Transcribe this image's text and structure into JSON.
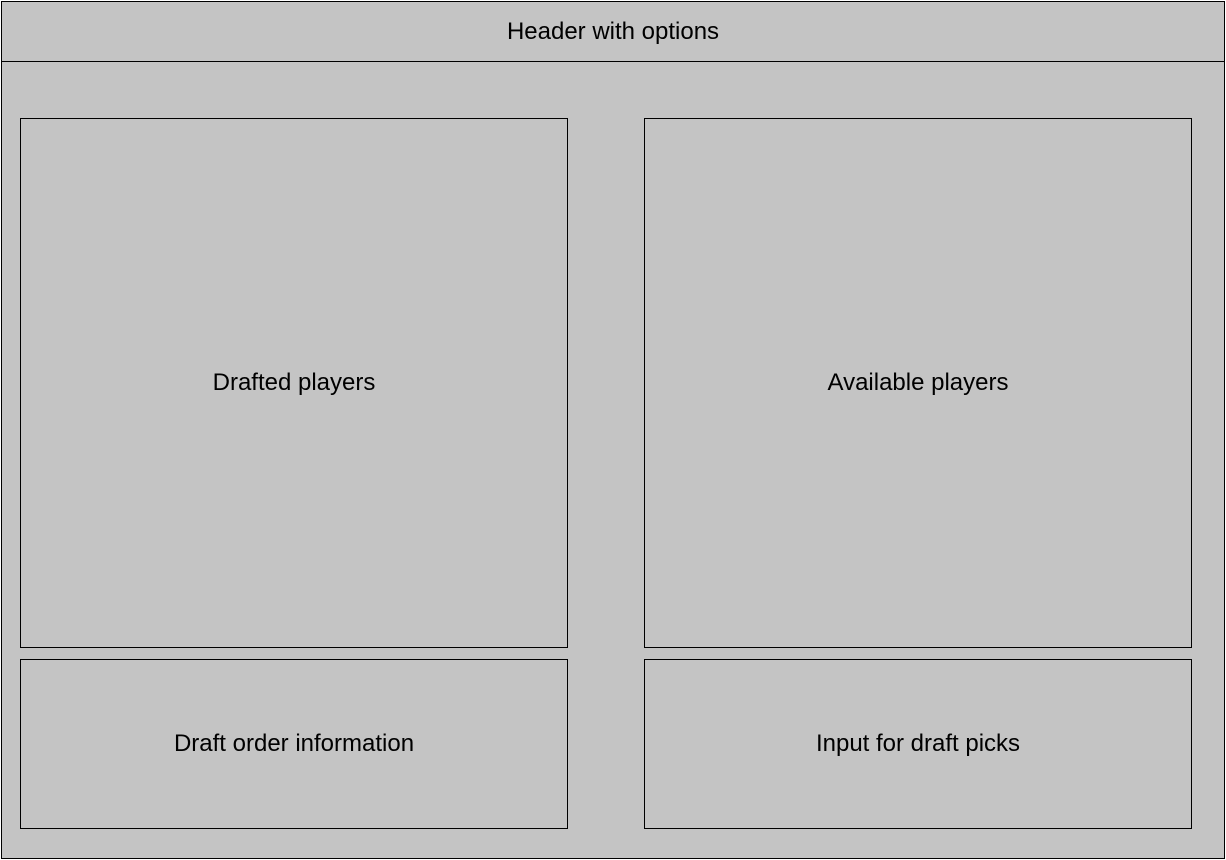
{
  "header": {
    "label": "Header with options"
  },
  "panels": {
    "drafted_players": "Drafted players",
    "available_players": "Available players",
    "draft_order_information": "Draft order information",
    "input_for_draft_picks": "Input for draft picks"
  },
  "colors": {
    "background": "#c4c4c4",
    "border": "#000000"
  }
}
